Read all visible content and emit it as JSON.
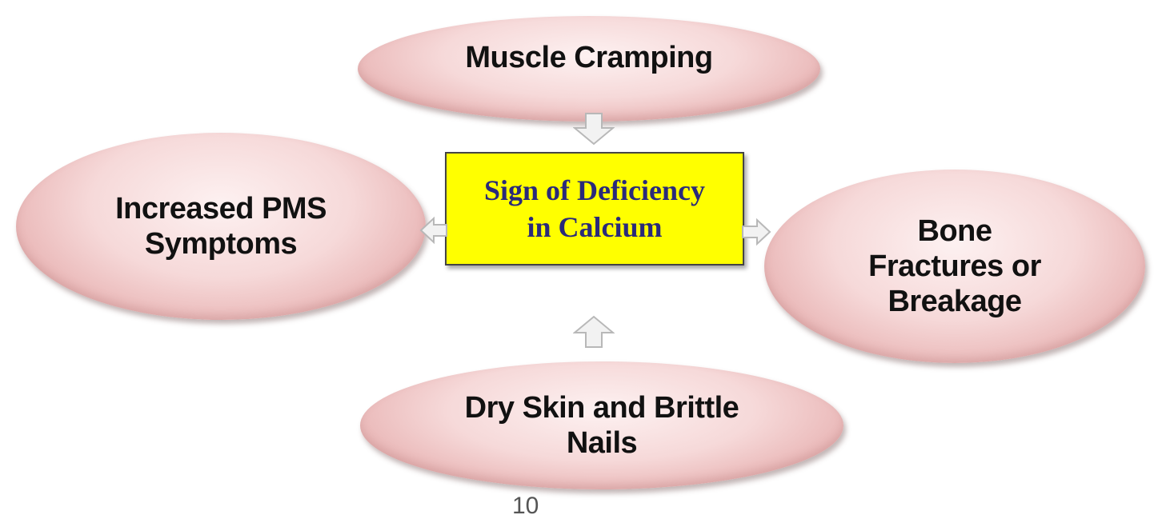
{
  "diagram": {
    "center": {
      "label": "Sign of Deficiency\nin Calcium"
    },
    "nodes": {
      "top": {
        "label": "Muscle Cramping"
      },
      "left": {
        "label": "Increased PMS\nSymptoms"
      },
      "right": {
        "label": "Bone\nFractures or\nBreakage"
      },
      "bottom": {
        "label": "Dry Skin and Brittle\nNails"
      }
    },
    "footer": {
      "page_number": "10"
    }
  },
  "colors": {
    "center_fill": "#ffff00",
    "center_text": "#2a2a7a",
    "node_fill": "#f6d9d9",
    "arrow_fill": "#f2f2f2"
  }
}
